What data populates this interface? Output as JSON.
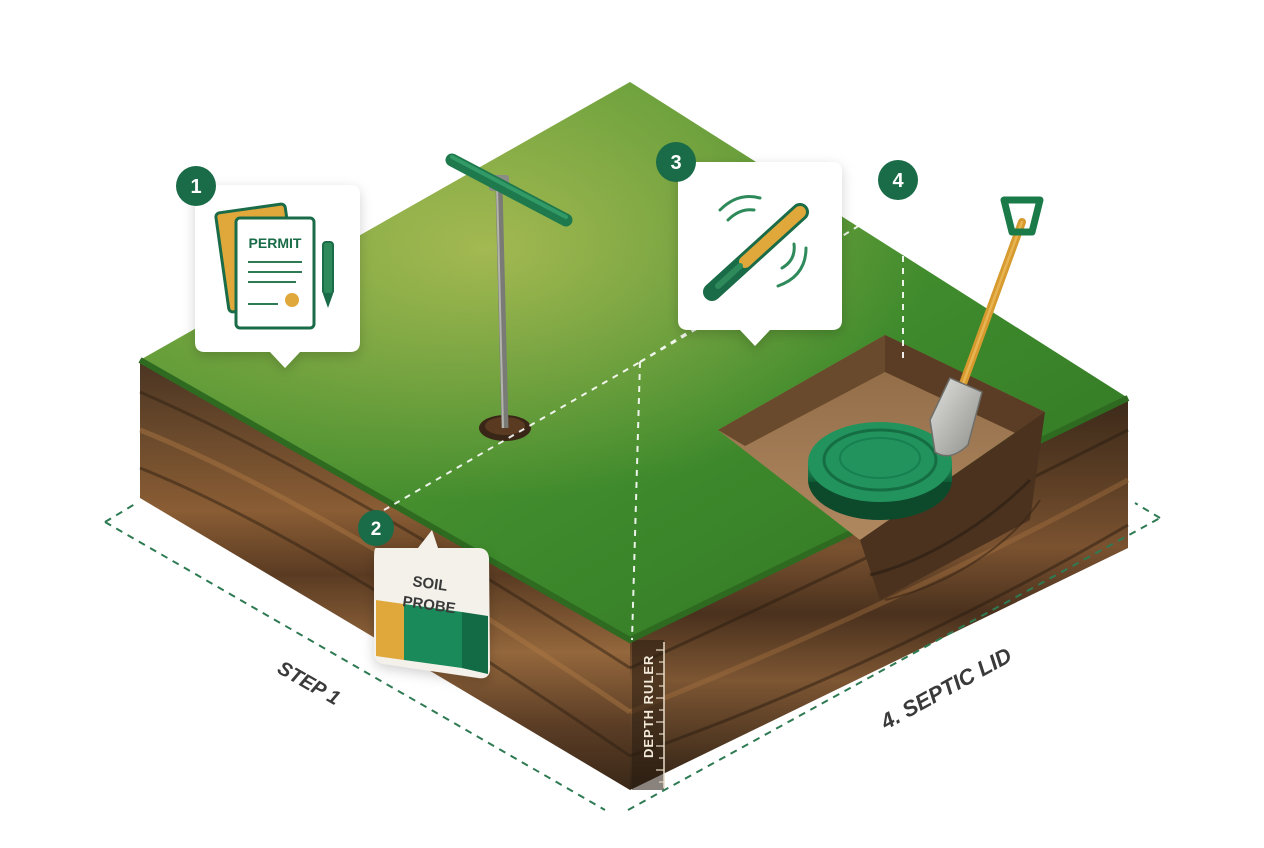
{
  "steps": {
    "step1": {
      "number": "1",
      "card_text": "PERMIT"
    },
    "step2": {
      "number": "2",
      "card_line1": "SOIL",
      "card_line2": "PROBE"
    },
    "step3": {
      "number": "3"
    },
    "step4": {
      "number": "4"
    }
  },
  "dimension_labels": {
    "left": "STEP 1",
    "right": "4. SEPTIC LID",
    "ruler": "DEPTH RULER"
  },
  "colors": {
    "accent_green": "#1a6b48",
    "accent_orange": "#e0a83a",
    "dashed_line": "#2e7a52"
  },
  "icons": [
    "permit-document-icon",
    "pen-icon",
    "metal-detector-icon",
    "soil-probe-tool",
    "shovel-icon",
    "septic-lid"
  ]
}
